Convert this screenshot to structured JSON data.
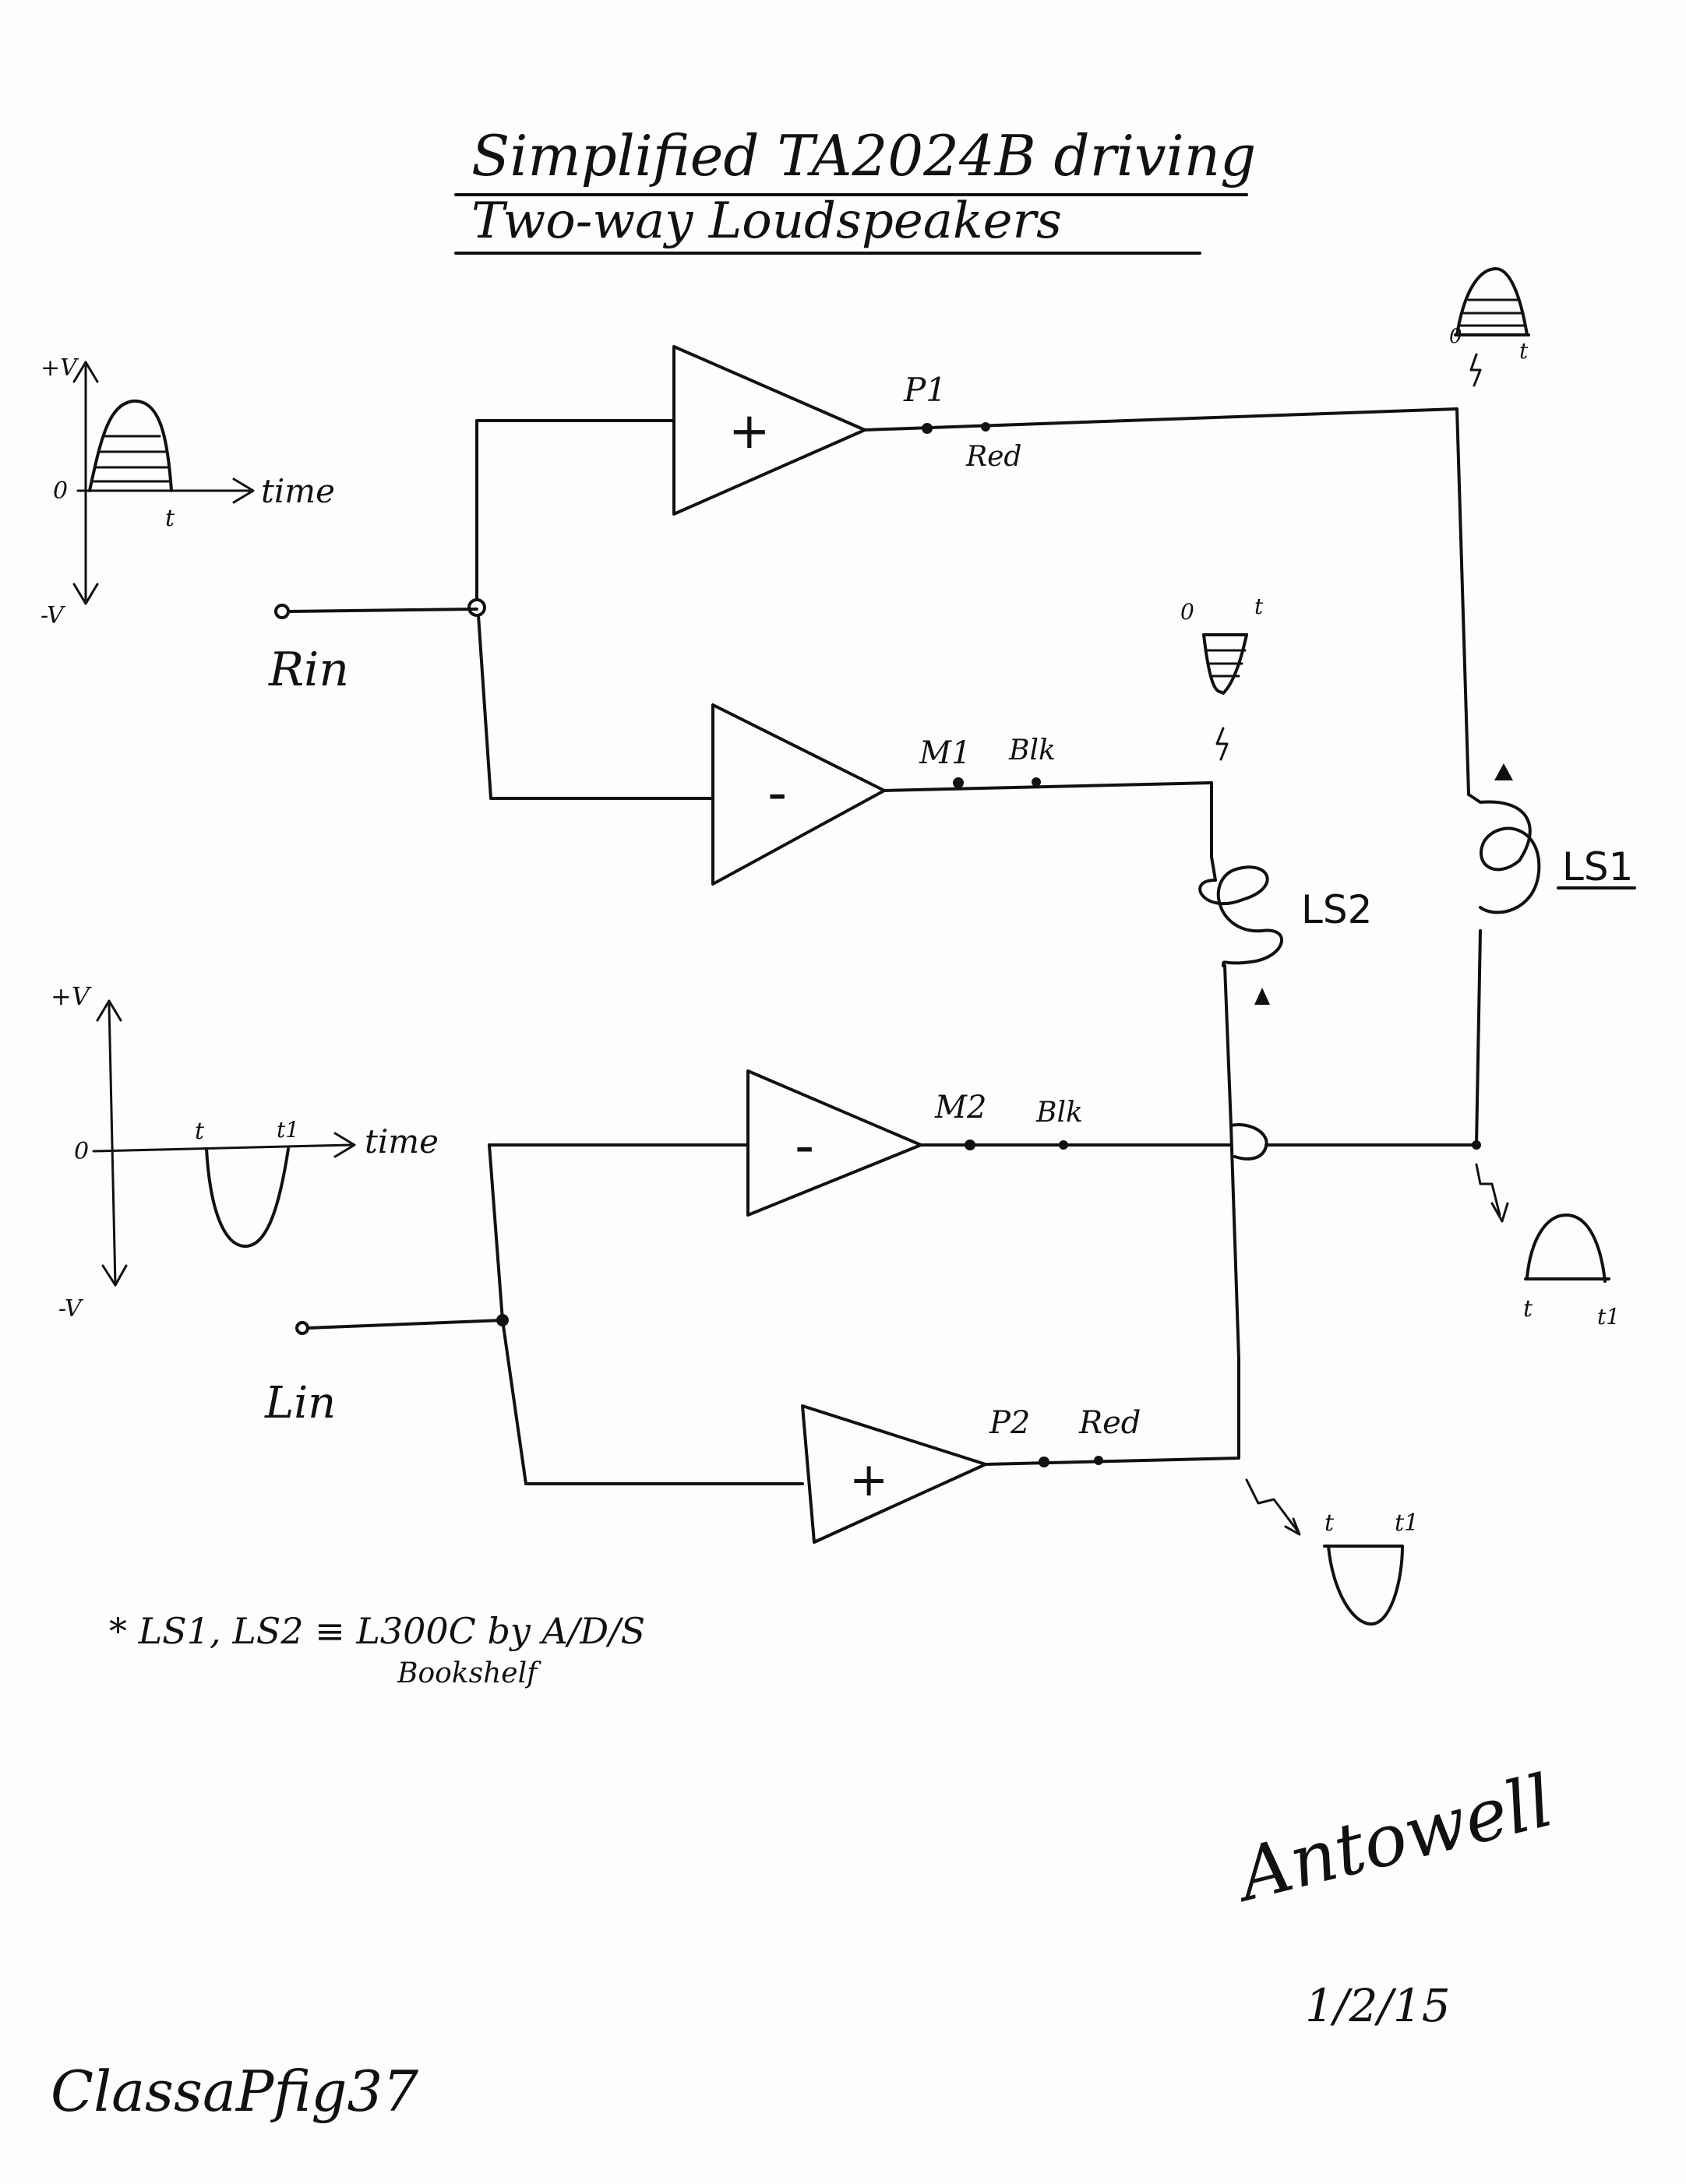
{
  "title": {
    "line1": "Simplified TA2024B driving",
    "line2": "Two-way Loudspeakers"
  },
  "waveform_right": {
    "plus_v": "+V",
    "zero": "0",
    "t": "t",
    "time": "time",
    "minus_v": "-V"
  },
  "waveform_left": {
    "plus_v": "+V",
    "zero": "0",
    "t": "t",
    "t1": "t1",
    "time": "time",
    "minus_v": "-V"
  },
  "inputs": {
    "r_in": "Rin",
    "l_in": "Lin"
  },
  "amplifiers": [
    {
      "id": "top",
      "sign": "+",
      "node": "P1",
      "wire": "Red"
    },
    {
      "id": "m1",
      "sign": "-",
      "node": "M1",
      "wire": "Blk"
    },
    {
      "id": "m2",
      "sign": "-",
      "node": "M2",
      "wire": "Blk"
    },
    {
      "id": "p2",
      "sign": "+",
      "node": "P2",
      "wire": "Red"
    }
  ],
  "speakers": {
    "ls1": "LS1",
    "ls2": "LS2"
  },
  "pulses": {
    "p1_zero": "0",
    "p1_t": "t",
    "ls2_zero": "0",
    "ls2_t": "t",
    "m2_t": "t",
    "m2_t1": "t1",
    "p2_t": "t",
    "p2_t1": "t1"
  },
  "note": {
    "line1": "* LS1, LS2 ≡ L300C by A/D/S",
    "line2": "Bookshelf"
  },
  "signature": "Antowell",
  "date": "1/2/15",
  "figure_id": "ClassaPfig37"
}
